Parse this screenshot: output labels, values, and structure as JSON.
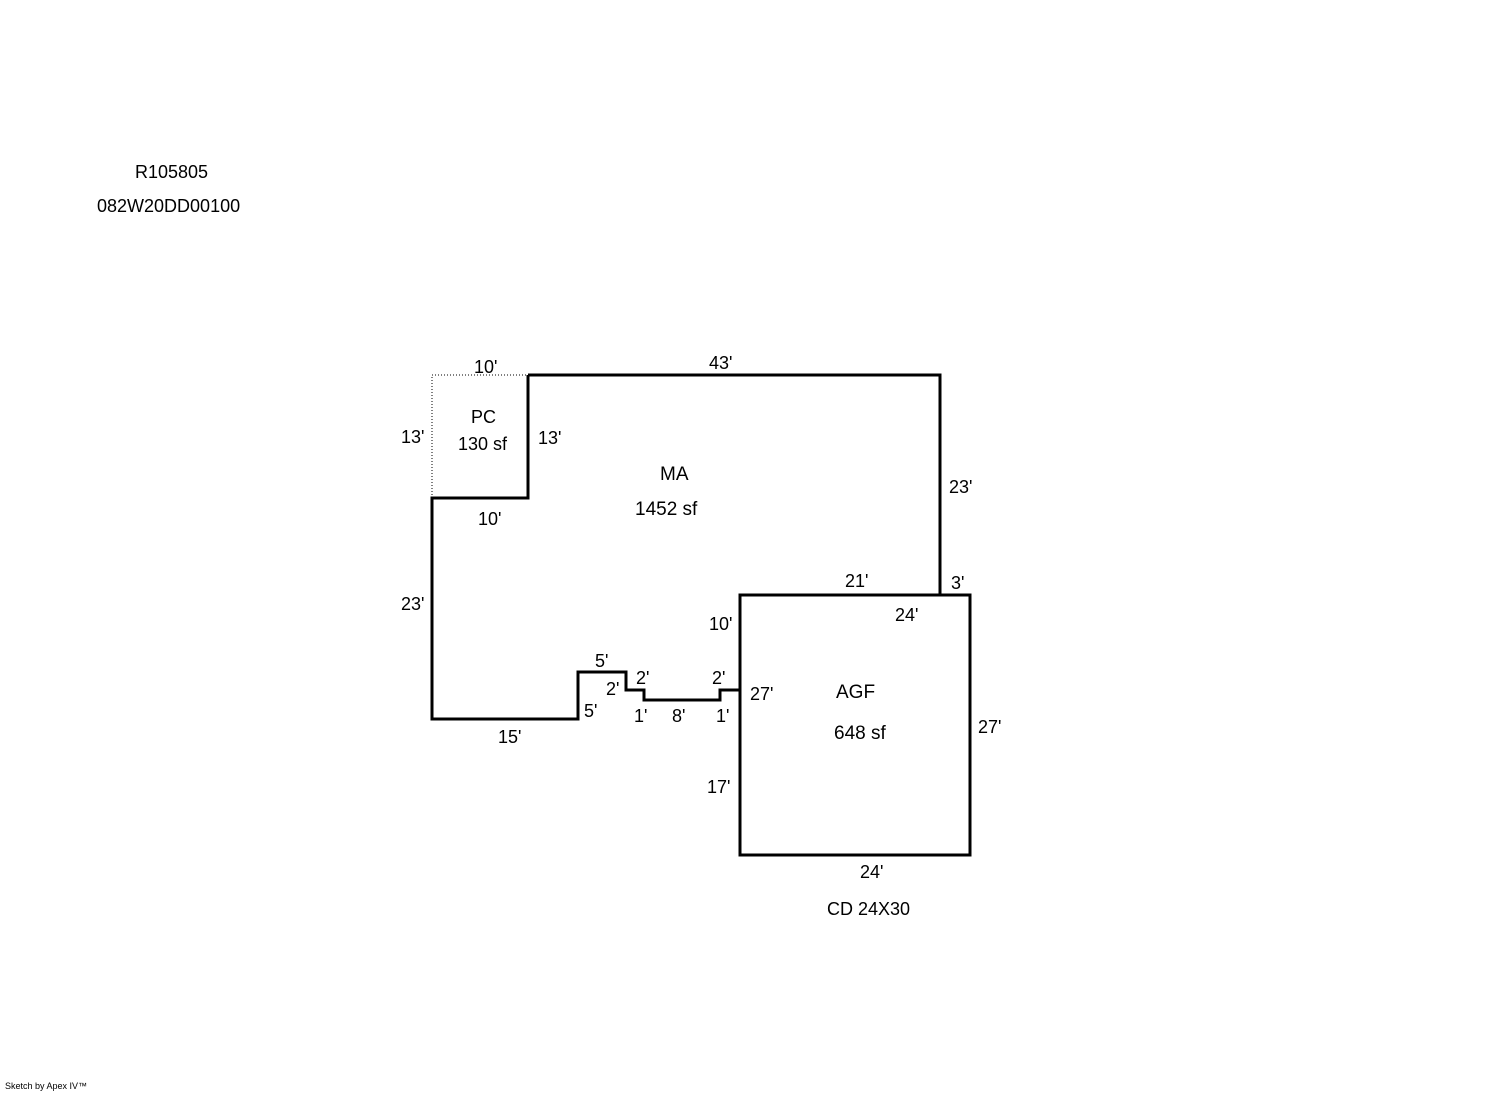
{
  "header": {
    "account_id": "R105805",
    "parcel_id": "082W20DD00100"
  },
  "footer": {
    "credit": "Sketch by Apex IV™"
  },
  "areas": {
    "pc": {
      "code": "PC",
      "area": "130 sf"
    },
    "ma": {
      "code": "MA",
      "area": "1452 sf"
    },
    "agf": {
      "code": "AGF",
      "area": "648 sf"
    }
  },
  "outbuilding_note": "CD 24X30",
  "dimensions": {
    "pc_top": "10'",
    "pc_left": "13'",
    "pc_right": "13'",
    "ma_top": "43'",
    "ma_right_upper": "23'",
    "ma_notch_bottom": "10'",
    "ma_left": "23'",
    "ma_bottom": "15'",
    "step_rise": "5'",
    "step_top": "5'",
    "step_drop": "2'",
    "step_run_left": "1'",
    "step_mid_left": "2'",
    "step_run_mid": "8'",
    "step_run_right": "1'",
    "step_mid_right": "2'",
    "agf_top_shared": "21'",
    "agf_top_corner": "3'",
    "agf_top_inner": "24'",
    "agf_left_upper": "10'",
    "agf_left_inner": "27'",
    "agf_left_lower": "17'",
    "agf_right": "27'",
    "agf_bottom": "24'"
  },
  "colors": {
    "line": "#000000",
    "background": "#ffffff"
  }
}
